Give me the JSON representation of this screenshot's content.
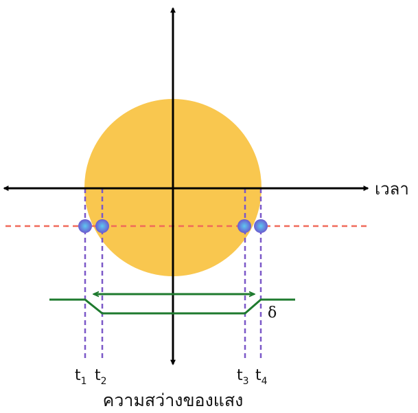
{
  "colors": {
    "star": "#f9c74f",
    "axis": "#000000",
    "chord": "#f06a5a",
    "contact_line": "#7b58c8",
    "light_curve": "#1e7a2e",
    "contact_marker": "#3ca0e0",
    "contact_marker_edge": "#5a4dbf"
  },
  "labels": {
    "time_axis": "เวลา",
    "caption": "ความสว่างของแสง",
    "depth_symbol": "δ"
  },
  "contacts": [
    {
      "letter": "t",
      "subscript": "1"
    },
    {
      "letter": "t",
      "subscript": "2"
    },
    {
      "letter": "t",
      "subscript": "3"
    },
    {
      "letter": "t",
      "subscript": "4"
    }
  ]
}
